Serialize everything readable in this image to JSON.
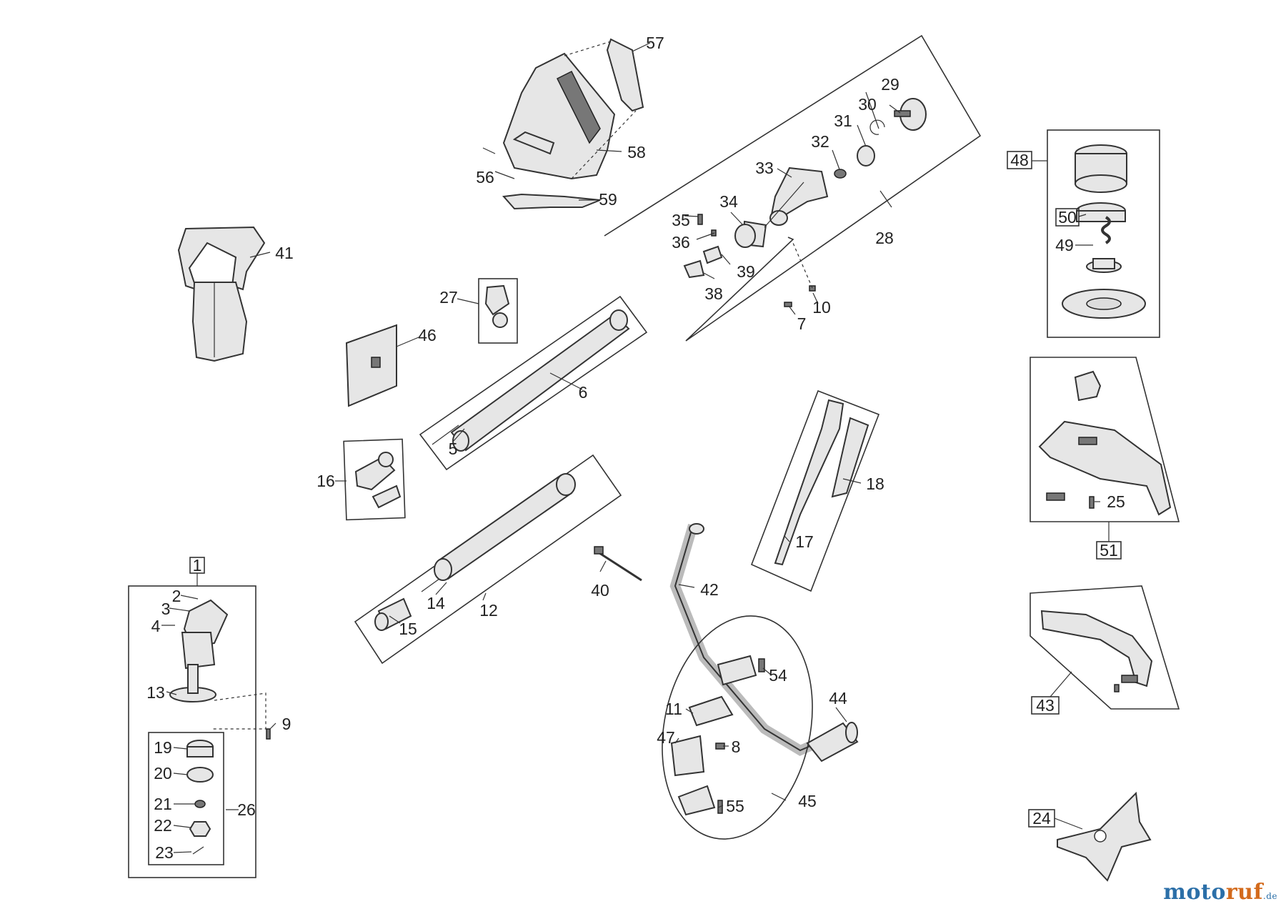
{
  "labels": {
    "p1": "1",
    "p2": "2",
    "p3": "3",
    "p4": "4",
    "p5": "5",
    "p6": "6",
    "p7": "7",
    "p8": "8",
    "p9": "9",
    "p10": "10",
    "p11": "11",
    "p12": "12",
    "p13": "13",
    "p14": "14",
    "p15": "15",
    "p16": "16",
    "p17": "17",
    "p18": "18",
    "p19": "19",
    "p20": "20",
    "p21": "21",
    "p22": "22",
    "p23": "23",
    "p24": "24",
    "p25": "25",
    "p26": "26",
    "p27": "27",
    "p28": "28",
    "p29": "29",
    "p30": "30",
    "p31": "31",
    "p32": "32",
    "p33": "33",
    "p34": "34",
    "p35": "35",
    "p36": "36",
    "p38": "38",
    "p39": "39",
    "p40": "40",
    "p41": "41",
    "p42": "42",
    "p43": "43",
    "p44": "44",
    "p45": "45",
    "p46": "46",
    "p47": "47",
    "p48": "48",
    "p49": "49",
    "p50": "50",
    "p51": "51",
    "p54": "54",
    "p55": "55",
    "p56": "56",
    "p57": "57",
    "p58": "58",
    "p59": "59"
  },
  "brand": {
    "part1": "moto",
    "part2": "ruf",
    "part3": ".de"
  },
  "colors": {
    "brand_blue": "#2b6fa8",
    "brand_orange": "#d36a1c",
    "line": "#333333"
  }
}
